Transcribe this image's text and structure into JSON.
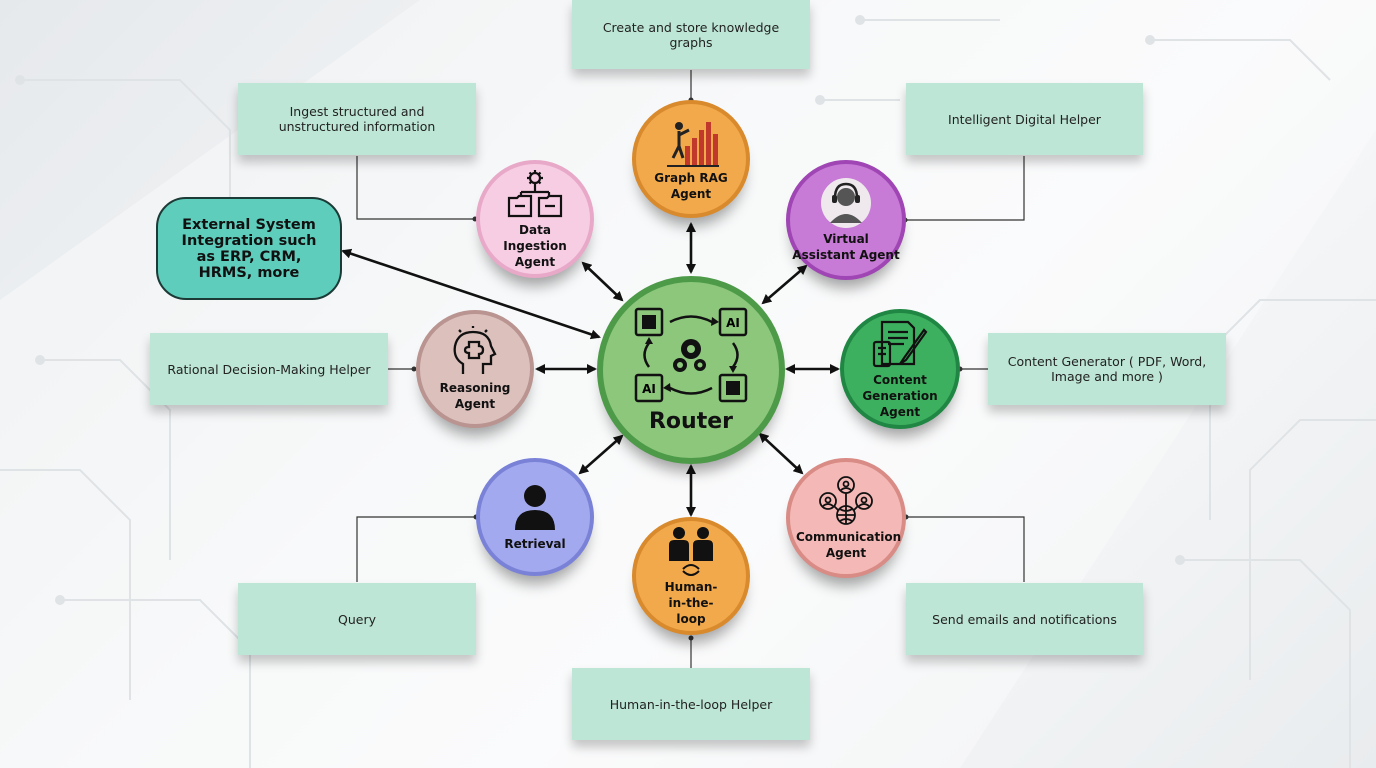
{
  "diagram": {
    "router": {
      "label": "Router",
      "chip_label_1": "AI",
      "chip_label_2": "AI"
    },
    "external_system": {
      "label": "External System Integration such as ERP, CRM, HRMS, more"
    },
    "agents": {
      "graph_rag": {
        "label": "Graph RAG Agent",
        "color": "#f2a94b",
        "icon": "chart-person-icon"
      },
      "data_ingestion": {
        "label": "Data Ingestion Agent",
        "color": "#f7cde3",
        "icon": "gear-folders-icon"
      },
      "virtual_assistant": {
        "label": "Virtual Assistant Agent",
        "color": "#c77ad6",
        "icon": "headset-user-icon"
      },
      "reasoning": {
        "label": "Reasoning Agent",
        "color": "#dcc0bc",
        "icon": "head-puzzle-icon"
      },
      "content_generation": {
        "label": "Content Generation Agent",
        "color": "#3db05f",
        "icon": "document-pen-icon"
      },
      "retrieval": {
        "label": "Retrieval",
        "color": "#a3a9ee",
        "icon": "user-icon"
      },
      "human_in_the_loop": {
        "label": "Human-in-the-loop",
        "color": "#f2a94b",
        "icon": "people-cycle-icon"
      },
      "communication": {
        "label": "Communication Agent",
        "color": "#f4b9b6",
        "icon": "network-people-icon"
      }
    },
    "descriptions": {
      "graph_rag": "Create and store knowledge graphs",
      "data_ingestion": "Ingest structured and unstructured information",
      "virtual_assistant": "Intelligent Digital Helper",
      "reasoning": "Rational Decision-Making Helper",
      "content_generation": "Content Generator ( PDF, Word, Image and more )",
      "retrieval": "Query",
      "human_in_the_loop": "Human-in-the-loop Helper",
      "communication": "Send emails and notifications"
    }
  }
}
